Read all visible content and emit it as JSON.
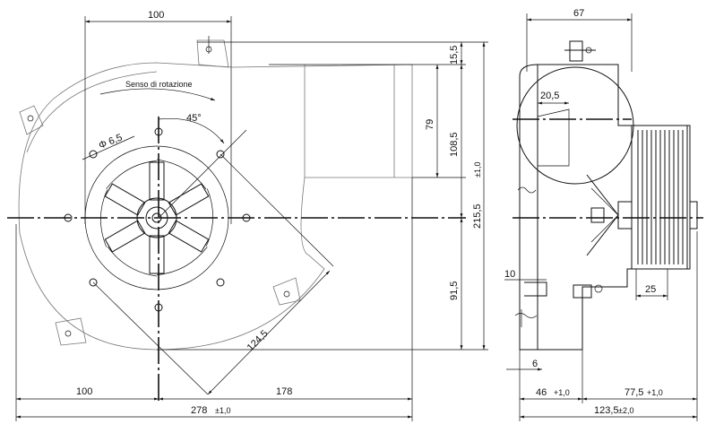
{
  "front_view": {
    "rotation_text": "Senso di rotazione",
    "dim_top": "100",
    "dim_hole": "Φ 6,5",
    "dim_angle": "45°",
    "dim_radius": "124,5",
    "dim_left": "100",
    "dim_right": "178",
    "dim_total": "278",
    "dim_total_tol": "±1,0",
    "dim_v_top": "15,5",
    "dim_v_79": "79",
    "dim_v_108": "108,5",
    "dim_v_215": "215,5",
    "dim_v_215_tol": "±1,0",
    "dim_v_91": "91,5"
  },
  "side_view": {
    "dim_top": "67",
    "dim_inner": "20,5",
    "dim_10": "10",
    "dim_6": "6",
    "dim_25": "25",
    "dim_46": "46",
    "dim_46_tol": "+1,0",
    "dim_77": "77,5",
    "dim_77_tol": "+1,0",
    "dim_123": "123,5",
    "dim_123_tol": "±2,0"
  }
}
